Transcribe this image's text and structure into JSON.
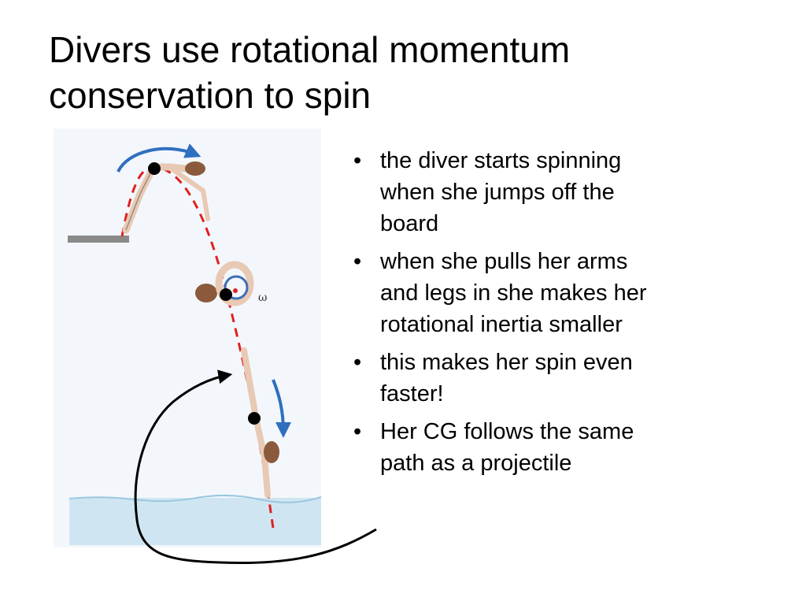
{
  "title": {
    "line1": "Divers use rotational momentum",
    "line2": "conservation to spin"
  },
  "figure": {
    "omega_label": "ω",
    "colors": {
      "trajectory": "#e02020",
      "rotation_arrow": "#2f6fbf",
      "water": "#cfe6f2",
      "board": "#8a8a8a",
      "background": "#f3f7fb"
    }
  },
  "bullets": [
    {
      "lines": [
        "the diver starts spinning",
        "when she jumps off the",
        "board"
      ]
    },
    {
      "lines": [
        "when she pulls her arms",
        "and legs in she makes her",
        "rotational inertia smaller"
      ]
    },
    {
      "lines": [
        "this makes her spin even",
        "faster!"
      ]
    },
    {
      "lines": [
        "Her CG follows the same",
        "path as a projectile"
      ]
    }
  ],
  "bullet_symbol": "•"
}
